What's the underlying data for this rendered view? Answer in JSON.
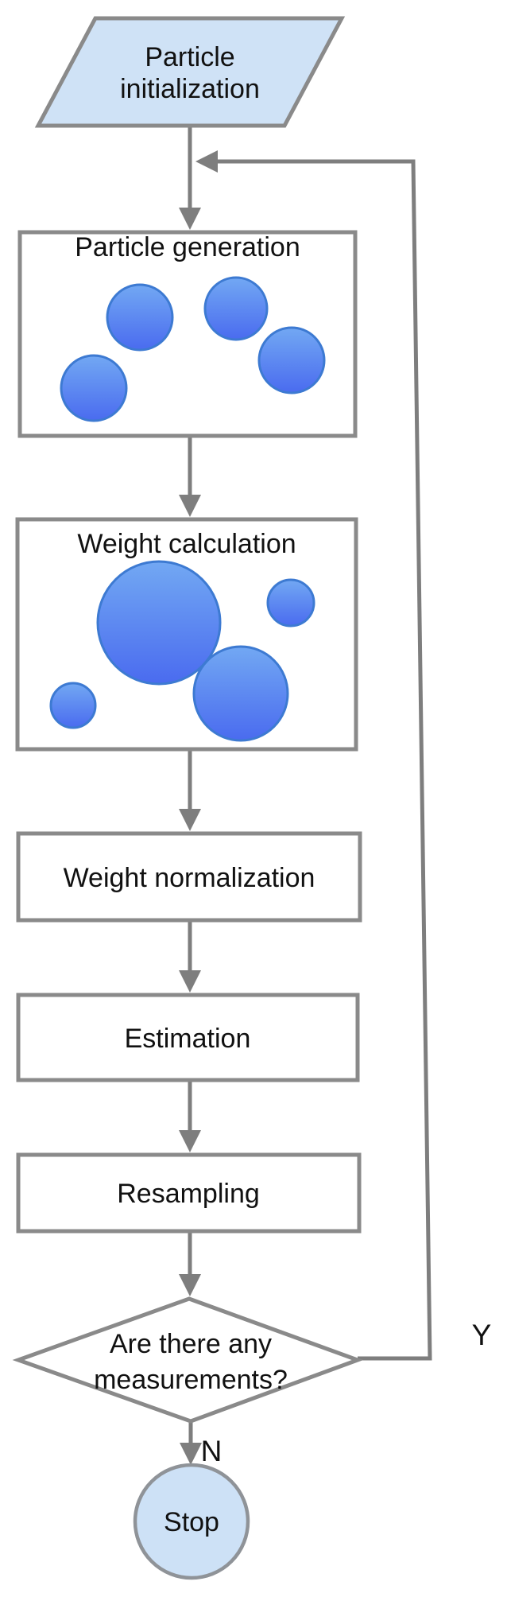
{
  "nodes": {
    "particle_initialization": {
      "line1": "Particle",
      "line2": "initialization"
    },
    "particle_generation": {
      "label": "Particle generation"
    },
    "weight_calculation": {
      "label": "Weight calculation"
    },
    "weight_normalization": {
      "label": "Weight normalization"
    },
    "estimation": {
      "label": "Estimation"
    },
    "resampling": {
      "label": "Resampling"
    },
    "decision": {
      "line1": "Are there any",
      "line2": "measurements?"
    },
    "stop": {
      "label": "Stop"
    }
  },
  "edges": {
    "yes_label": "Y",
    "no_label": "N"
  },
  "colors": {
    "accent_node_fill": "#cfe2f6",
    "node_border": "#8a8a8a",
    "connector": "#7e7e7e",
    "particle_gradient_top": "#72a8f3",
    "particle_gradient_bottom": "#4a6bef",
    "particle_border": "#3d7ad2",
    "stop_fill": "#cde1f6",
    "text": "#111111"
  }
}
